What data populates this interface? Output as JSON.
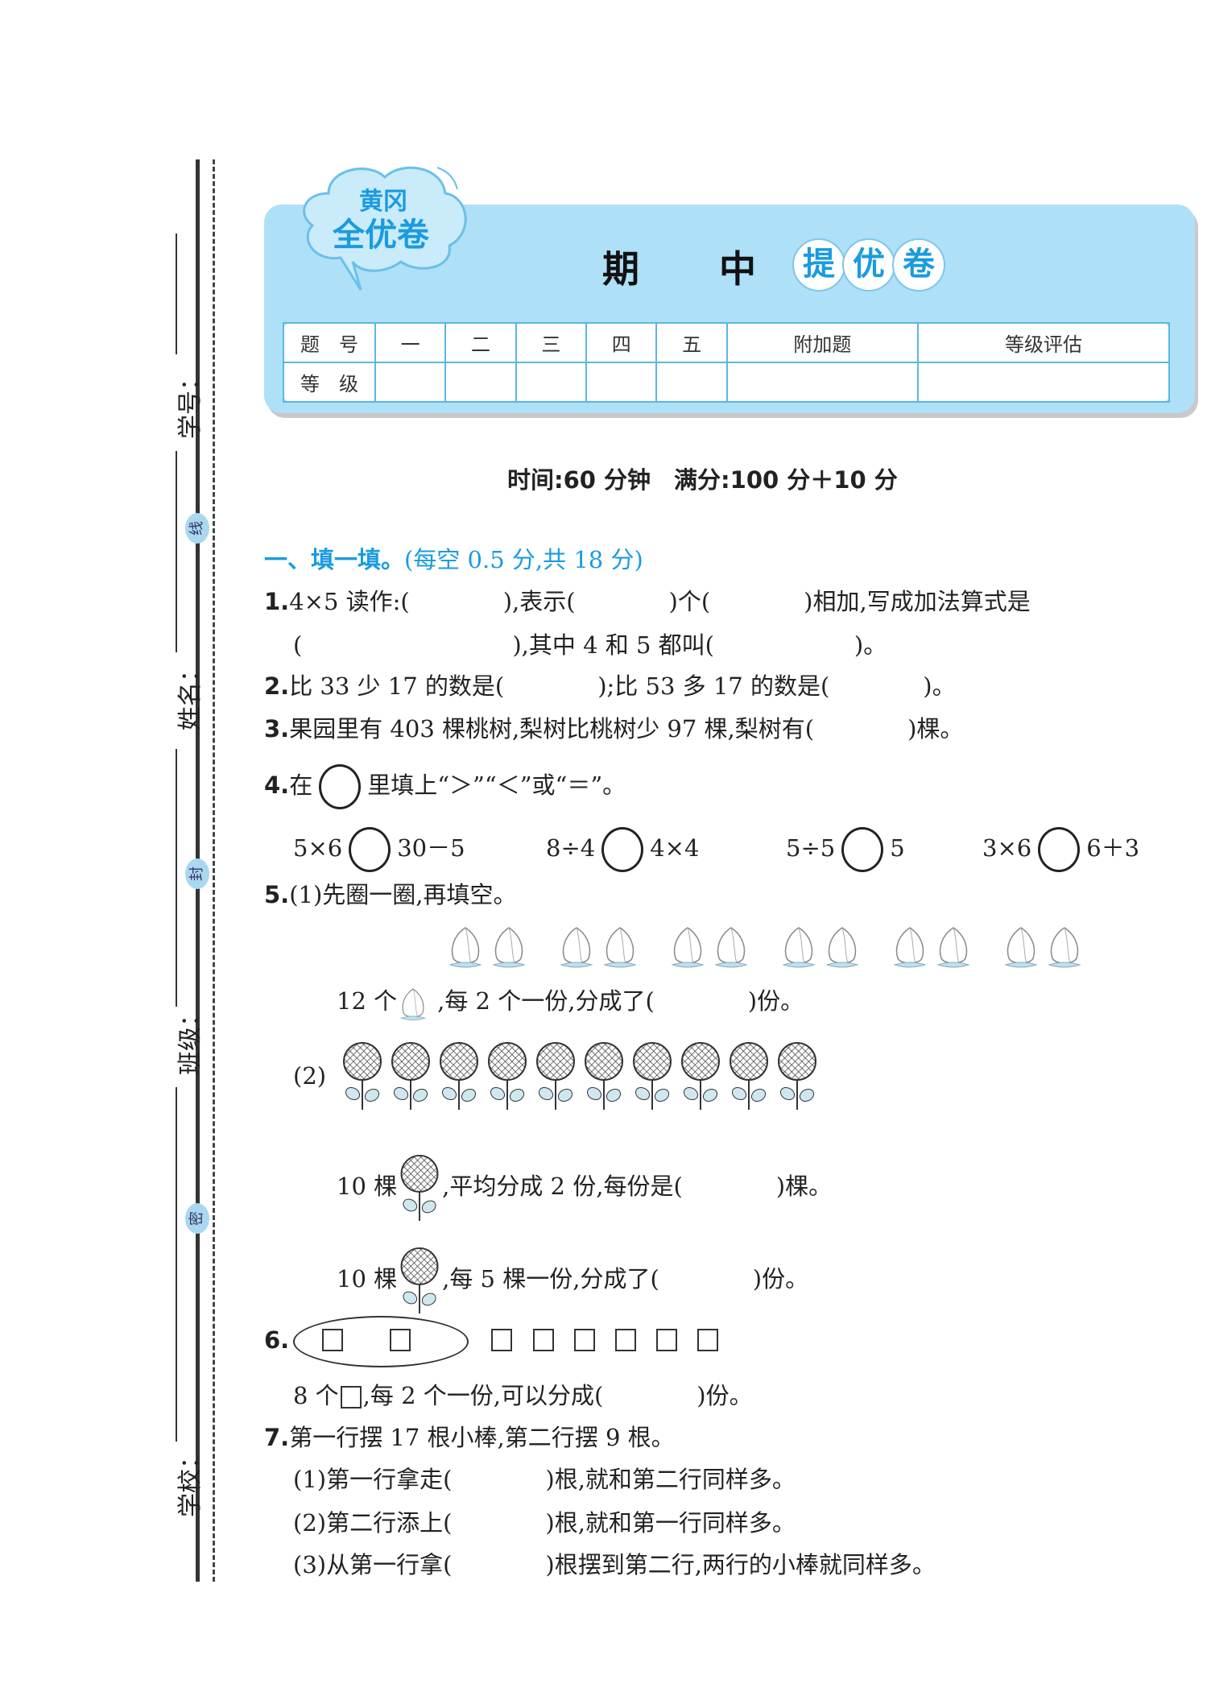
{
  "margin": {
    "fields": [
      "学号：",
      "姓名：",
      "班级：",
      "学校："
    ],
    "seals": [
      "线",
      "封",
      "密"
    ]
  },
  "header": {
    "logo_line1": "黄冈",
    "logo_line2": "全优卷",
    "title_char1": "期",
    "title_char2": "中",
    "badge": [
      "提",
      "优",
      "卷"
    ],
    "accent_color": "#1a9be0",
    "box_color": "#aee0f7"
  },
  "score_table": {
    "row1": [
      "题　号",
      "一",
      "二",
      "三",
      "四",
      "五",
      "附加题",
      "等级评估"
    ],
    "row2_label": "等　级"
  },
  "exam_info": "时间:60 分钟　满分:100 分＋10 分",
  "section1": {
    "title": "一、填一填。",
    "note": "(每空 0.5 分,共 18 分)",
    "q1": {
      "num": "1.",
      "line1": "4×5 读作:(　　　　),表示(　　　　)个(　　　　)相加,写成加法算式是",
      "line2": "(　　　　　　　　　),其中 4 和 5 都叫(　　　　　　)。"
    },
    "q2": {
      "num": "2.",
      "text": "比 33 少 17 的数是(　　　　);比 53 多 17 的数是(　　　　)。"
    },
    "q3": {
      "num": "3.",
      "text": "果园里有 403 棵桃树,梨树比桃树少 97 棵,梨树有(　　　　)棵。"
    },
    "q4": {
      "num": "4.",
      "pre": "在",
      "post": "里填上“＞”“＜”或“＝”。",
      "comparisons": [
        {
          "left": "5×6",
          "right": "30－5"
        },
        {
          "left": "8÷4",
          "right": "4×4"
        },
        {
          "left": "5÷5",
          "right": "5"
        },
        {
          "left": "3×6",
          "right": "6＋3"
        }
      ]
    },
    "q5": {
      "num": "5.",
      "part1_title": "(1)先圈一圈,再填空。",
      "peach_count": 12,
      "part1_pre": "12 个",
      "part1_post": ",每 2 个一份,分成了(　　　　)份。",
      "part2_label": "(2)",
      "sunflower_count": 10,
      "part2_a_pre": "10 棵",
      "part2_a_post": ",平均分成 2 份,每份是(　　　　)棵。",
      "part2_b_pre": "10 棵",
      "part2_b_post": ",每 5 棵一份,分成了(　　　　)份。"
    },
    "q6": {
      "num": "6.",
      "square_count": 8,
      "pre": "8 个",
      "post": ",每 2 个一份,可以分成(　　　　)份。"
    },
    "q7": {
      "num": "7.",
      "text": "第一行摆 17 根小棒,第二行摆 9 根。",
      "sub": [
        "(1)第一行拿走(　　　　)根,就和第二行同样多。",
        "(2)第二行添上(　　　　)根,就和第一行同样多。",
        "(3)从第一行拿(　　　　)根摆到第二行,两行的小棒就同样多。"
      ]
    }
  }
}
